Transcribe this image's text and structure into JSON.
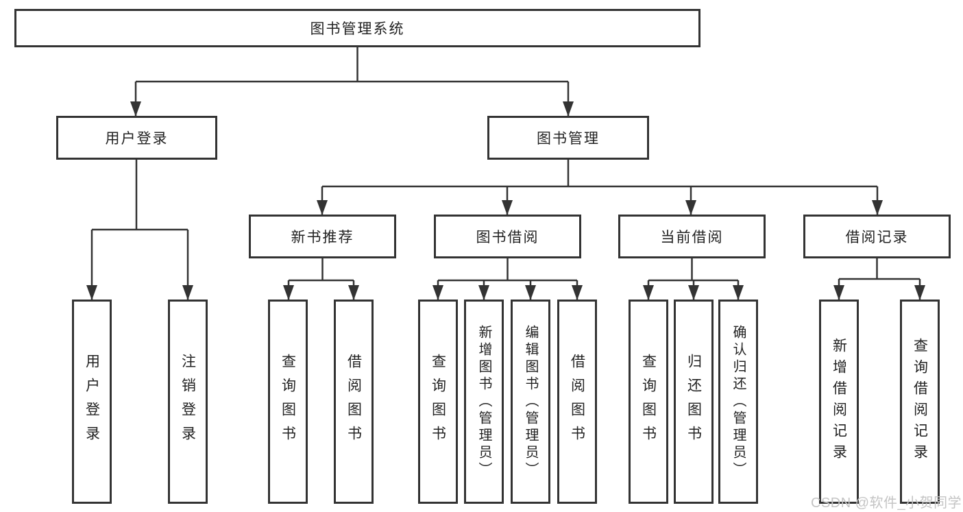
{
  "diagram": {
    "type": "tree",
    "title": "图书管理系统",
    "nodes": {
      "root": "图书管理系统",
      "l2": [
        "用户登录",
        "图书管理"
      ],
      "l3": [
        "新书推荐",
        "图书借阅",
        "当前借阅",
        "借阅记录"
      ],
      "leaves": [
        "用户登录",
        "注销登录",
        "查询图书",
        "借阅图书",
        "查询图书",
        "新增图书（管理员）",
        "编辑图书（管理员）",
        "借阅图书",
        "查询图书",
        "归还图书",
        "确认归还（管理员）",
        "新增借阅记录",
        "查询借阅记录"
      ]
    },
    "hierarchy": {
      "图书管理系统": [
        "用户登录",
        "图书管理"
      ],
      "用户登录": [
        "用户登录",
        "注销登录"
      ],
      "图书管理": [
        "新书推荐",
        "图书借阅",
        "当前借阅",
        "借阅记录"
      ],
      "新书推荐": [
        "查询图书",
        "借阅图书"
      ],
      "图书借阅": [
        "查询图书",
        "新增图书（管理员）",
        "编辑图书（管理员）",
        "借阅图书"
      ],
      "当前借阅": [
        "查询图书",
        "归还图书",
        "确认归还（管理员）"
      ],
      "借阅记录": [
        "新增借阅记录",
        "查询借阅记录"
      ]
    }
  },
  "watermark": "CSDN @软件_小贺同学",
  "colors": {
    "line": "#333333",
    "text": "#222222",
    "background": "#ffffff",
    "watermark": "#c4c4c4"
  }
}
